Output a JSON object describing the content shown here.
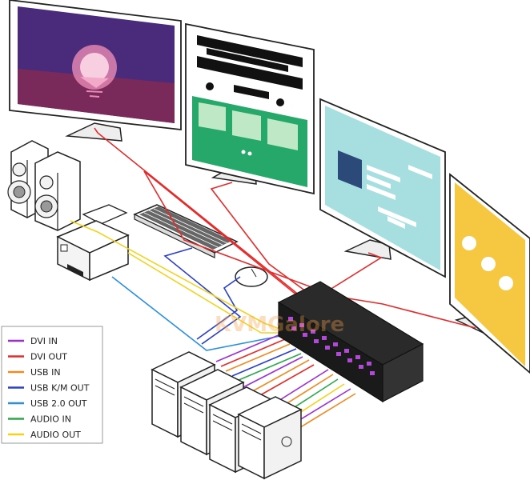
{
  "watermark": "KVMGalore",
  "legend": [
    {
      "label": "DVI IN",
      "color": "#9b2fd6"
    },
    {
      "label": "DVI OUT",
      "color": "#e52b2b"
    },
    {
      "label": "USB IN",
      "color": "#f08a24"
    },
    {
      "label": "USB K/M OUT",
      "color": "#2b3fc9"
    },
    {
      "label": "USB 2.0 OUT",
      "color": "#2a8fe0"
    },
    {
      "label": "AUDIO IN",
      "color": "#2ba84a"
    },
    {
      "label": "AUDIO OUT",
      "color": "#f2d21c"
    }
  ],
  "components": {
    "monitors": [
      "sunset-monitor",
      "webpage-monitor",
      "dashboard-monitor",
      "circles-monitor"
    ],
    "computers": 4,
    "peripherals": [
      "speakers",
      "printer",
      "keyboard",
      "mouse"
    ],
    "switch": "kvm-matrix-switch"
  }
}
